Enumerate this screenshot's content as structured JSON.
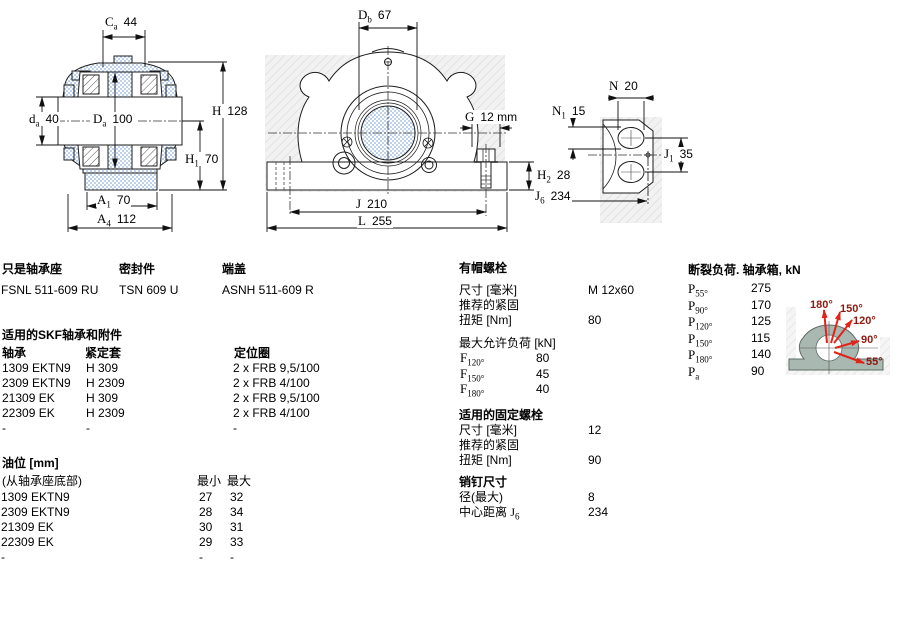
{
  "drawings": {
    "left": {
      "dims": {
        "Ca": {
          "sym": "C",
          "sub": "a",
          "val": "44"
        },
        "da": {
          "sym": "d",
          "sub": "a",
          "val": "40"
        },
        "Da": {
          "sym": "D",
          "sub": "a",
          "val": "100"
        },
        "H": {
          "sym": "H",
          "val": "128"
        },
        "H1": {
          "sym": "H",
          "sub": "1",
          "val": "70"
        },
        "A1": {
          "sym": "A",
          "sub": "1",
          "val": "70"
        },
        "A4": {
          "sym": "A",
          "sub": "4",
          "val": "112"
        }
      }
    },
    "middle": {
      "dims": {
        "Db": {
          "sym": "D",
          "sub": "b",
          "val": "67"
        },
        "G": {
          "sym": "G",
          "val": "12 mm"
        },
        "H2": {
          "sym": "H",
          "sub": "2",
          "val": "28"
        },
        "J": {
          "sym": "J",
          "val": "210"
        },
        "L": {
          "sym": "L",
          "val": "255"
        }
      }
    },
    "right": {
      "dims": {
        "N": {
          "sym": "N",
          "val": "20"
        },
        "N1": {
          "sym": "N",
          "sub": "1",
          "val": "15"
        },
        "J1": {
          "sym": "J",
          "sub": "1",
          "val": "35"
        },
        "J6": {
          "sym": "J",
          "sub": "6",
          "val": "234"
        }
      }
    }
  },
  "parts": {
    "housing": {
      "label": "只是轴承座",
      "value": "FSNL 511-609 RU"
    },
    "seal": {
      "label": "密封件",
      "value": "TSN 609 U"
    },
    "cover": {
      "label": "端盖",
      "value": "ASNH 511-609 R"
    }
  },
  "bearings": {
    "title": "适用的SKF轴承和附件",
    "headers": {
      "bearing": "轴承",
      "sleeve": "紧定套",
      "ring": "定位圈"
    },
    "rows": [
      {
        "bearing": "1309 EKTN9",
        "sleeve": "H 309",
        "ring": "2 x FRB 9,5/100"
      },
      {
        "bearing": "2309 EKTN9",
        "sleeve": "H 2309",
        "ring": "2 x FRB 4/100"
      },
      {
        "bearing": "21309 EK",
        "sleeve": "H 309",
        "ring": "2 x FRB 9,5/100"
      },
      {
        "bearing": "22309 EK",
        "sleeve": "H 2309",
        "ring": "2 x FRB 4/100"
      },
      {
        "bearing": "-",
        "sleeve": "-",
        "ring": "-"
      }
    ]
  },
  "oil": {
    "title": "油位 [mm]",
    "subtitle": "(从轴承座底部)",
    "min_header": "最小",
    "max_header": "最大",
    "rows": [
      {
        "name": "1309 EKTN9",
        "min": "27",
        "max": "32"
      },
      {
        "name": "2309 EKTN9",
        "min": "28",
        "max": "34"
      },
      {
        "name": "21309 EK",
        "min": "30",
        "max": "31"
      },
      {
        "name": "22309 EK",
        "min": "29",
        "max": "33"
      },
      {
        "name": "-",
        "min": "-",
        "max": "-"
      }
    ]
  },
  "cap_bolts": {
    "title": "有帽螺栓",
    "size_label": "尺寸 [毫米]",
    "size_value": "M 12x60",
    "torque_label1": "推荐的紧固",
    "torque_label2": "扭矩 [Nm]",
    "torque_value": "80"
  },
  "max_load": {
    "title": "最大允许负荷 [kN]",
    "rows": [
      {
        "sym": "F",
        "sub": "120°",
        "value": "80"
      },
      {
        "sym": "F",
        "sub": "150°",
        "value": "45"
      },
      {
        "sym": "F",
        "sub": "180°",
        "value": "40"
      }
    ]
  },
  "fixing_bolts": {
    "title": "适用的固定螺栓",
    "size_label": "尺寸 [毫米]",
    "size_value": "12",
    "torque_label1": "推荐的紧固",
    "torque_label2": "扭矩 [Nm]",
    "torque_value": "90"
  },
  "pins": {
    "title": "销钉尺寸",
    "dia_label": "径(最大)",
    "dia_value": "8",
    "cc_label": "中心距离 ",
    "cc_sym": "J",
    "cc_sub": "6",
    "cc_value": "234"
  },
  "breaking_load": {
    "title": "断裂负荷. 轴承箱, kN",
    "rows": [
      {
        "sym": "P",
        "sub": "55°",
        "value": "275"
      },
      {
        "sym": "P",
        "sub": "90°",
        "value": "170"
      },
      {
        "sym": "P",
        "sub": "120°",
        "value": "125"
      },
      {
        "sym": "P",
        "sub": "150°",
        "value": "115"
      },
      {
        "sym": "P",
        "sub": "180°",
        "value": "140"
      },
      {
        "sym": "P",
        "sub": "a",
        "value": "90"
      }
    ],
    "diagram_labels": [
      "180°",
      "150°",
      "120°",
      "90°",
      "55°"
    ]
  },
  "colors": {
    "section_stipple": "#a9c5e3",
    "hatch_background": "#ededed",
    "arrow_red": "#e2231a",
    "angle_label_red": "#8e1b12",
    "mini_housing_gray": "#a9b8b1",
    "line_black": "#1c1c1c"
  }
}
